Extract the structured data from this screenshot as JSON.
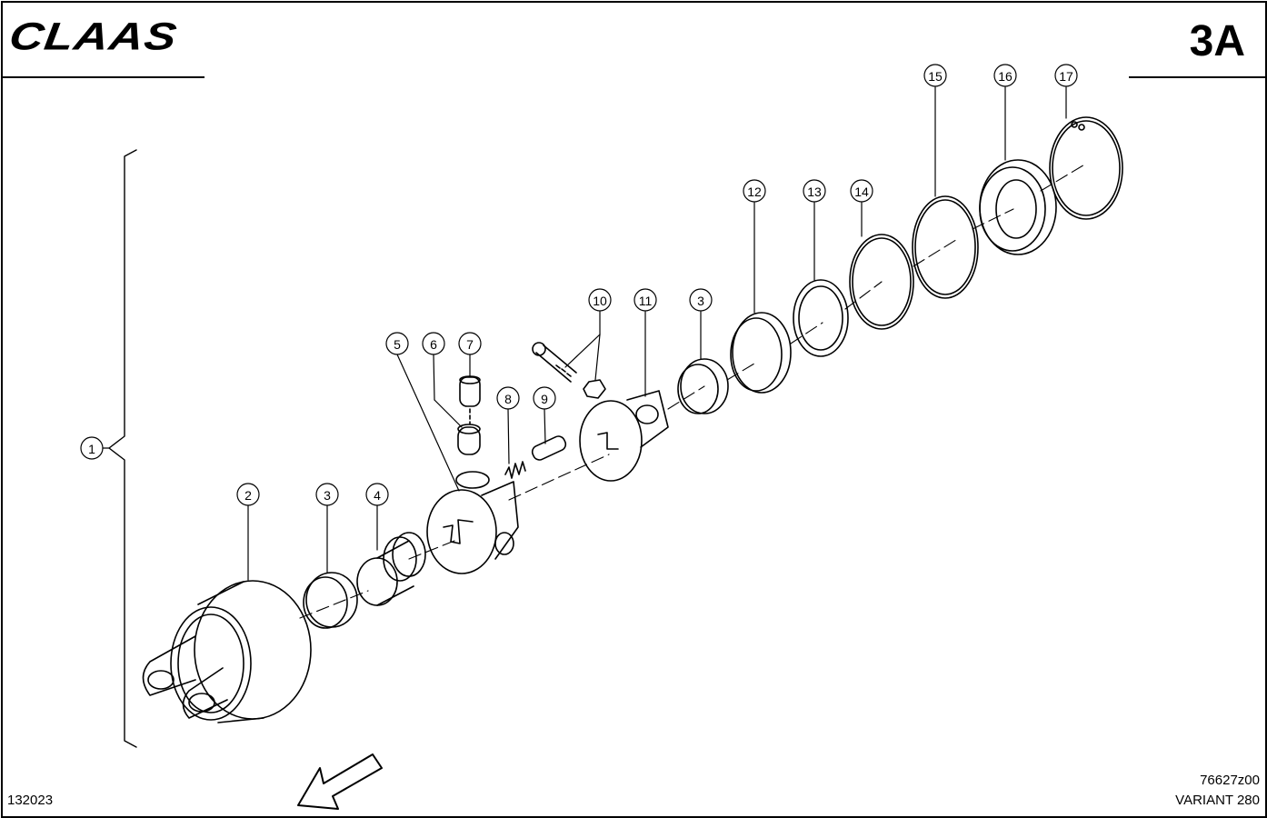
{
  "header": {
    "logo": "CLAAS",
    "page_code": "3A"
  },
  "footer": {
    "drawing_number": "132023",
    "reference": "76627z00",
    "model": "VARIANT 280"
  },
  "callouts": [
    {
      "id": "c1",
      "label": "1"
    },
    {
      "id": "c2",
      "label": "2"
    },
    {
      "id": "c3a",
      "label": "3"
    },
    {
      "id": "c4",
      "label": "4"
    },
    {
      "id": "c5",
      "label": "5"
    },
    {
      "id": "c6",
      "label": "6"
    },
    {
      "id": "c7",
      "label": "7"
    },
    {
      "id": "c8",
      "label": "8"
    },
    {
      "id": "c9",
      "label": "9"
    },
    {
      "id": "c10",
      "label": "10"
    },
    {
      "id": "c11",
      "label": "11"
    },
    {
      "id": "c3b",
      "label": "3"
    },
    {
      "id": "c12",
      "label": "12"
    },
    {
      "id": "c13",
      "label": "13"
    },
    {
      "id": "c14",
      "label": "14"
    },
    {
      "id": "c15",
      "label": "15"
    },
    {
      "id": "c16",
      "label": "16"
    },
    {
      "id": "c17",
      "label": "17"
    }
  ]
}
